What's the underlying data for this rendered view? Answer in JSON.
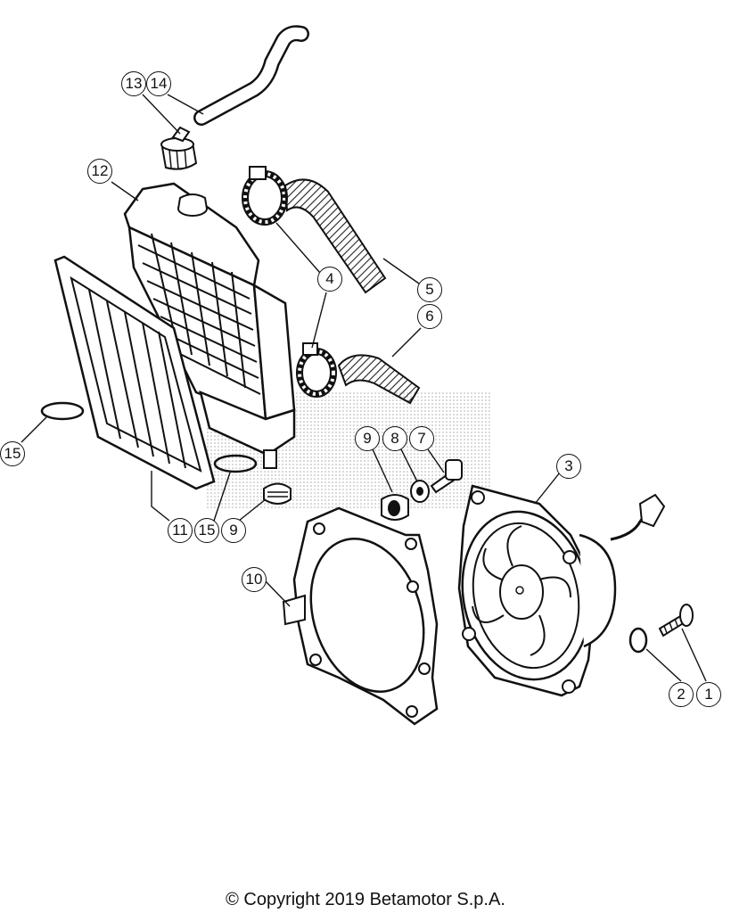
{
  "callouts": [
    "1",
    "2",
    "3",
    "4",
    "4",
    "5",
    "6",
    "7",
    "8",
    "9",
    "9",
    "10",
    "11",
    "12",
    "13",
    "14",
    "15",
    "15",
    "15"
  ],
  "copyright": "© Copyright 2019 Betamotor S.p.A."
}
